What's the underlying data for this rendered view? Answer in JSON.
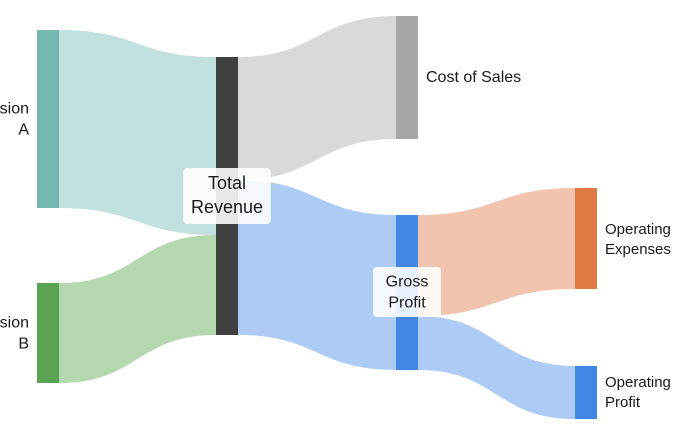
{
  "chart_data": {
    "type": "sankey",
    "nodes": [
      {
        "id": "division_a",
        "label_lines": [
          "Division",
          "A"
        ],
        "color": "#74b8af"
      },
      {
        "id": "division_b",
        "label_lines": [
          "Division",
          "B"
        ],
        "color": "#5aa350"
      },
      {
        "id": "total_revenue",
        "label_lines": [
          "Total",
          "Revenue"
        ],
        "color": "#404040"
      },
      {
        "id": "cost_of_sales",
        "label_lines": [
          "Cost of Sales"
        ],
        "color": "#a6a6a6"
      },
      {
        "id": "gross_profit",
        "label_lines": [
          "Gross",
          "Profit"
        ],
        "color": "#4287e6"
      },
      {
        "id": "operating_expenses",
        "label_lines": [
          "Operating",
          "Expenses"
        ],
        "color": "#e07a44"
      },
      {
        "id": "operating_profit",
        "label_lines": [
          "Operating",
          "Profit"
        ],
        "color": "#4287e6"
      }
    ],
    "links": [
      {
        "source": "division_a",
        "target": "total_revenue",
        "value": 178,
        "color": "#c2e0de"
      },
      {
        "source": "division_b",
        "target": "total_revenue",
        "value": 100,
        "color": "#b5d7b0"
      },
      {
        "source": "total_revenue",
        "target": "cost_of_sales",
        "value": 123,
        "color": "#d9d9d9"
      },
      {
        "source": "total_revenue",
        "target": "gross_profit",
        "value": 155,
        "color": "#aecbf5"
      },
      {
        "source": "gross_profit",
        "target": "operating_expenses",
        "value": 101,
        "color": "#f0c4ae"
      },
      {
        "source": "gross_profit",
        "target": "operating_profit",
        "value": 54,
        "color": "#aecbf5"
      }
    ]
  }
}
